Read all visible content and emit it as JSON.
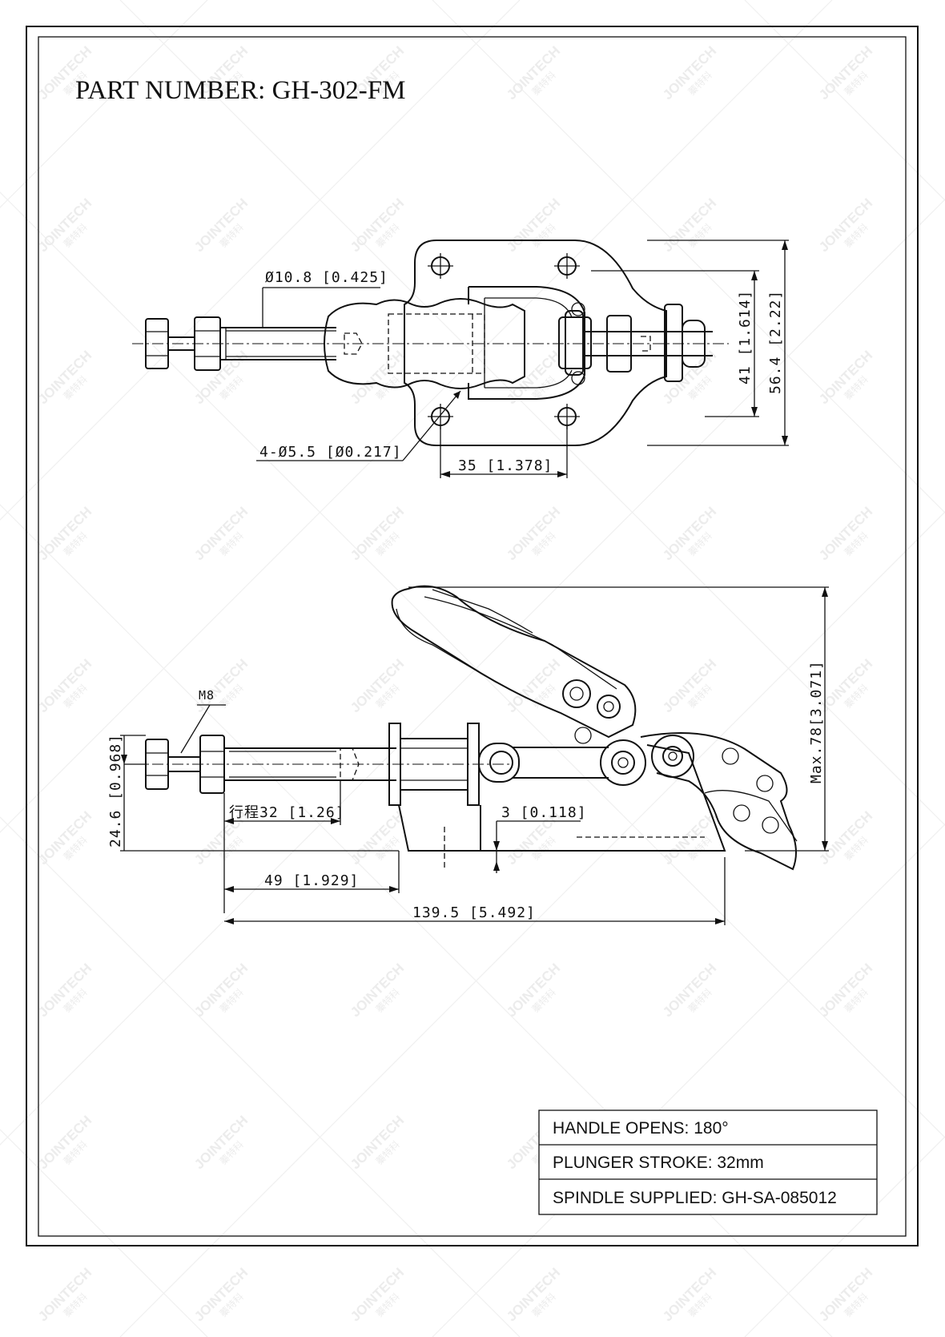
{
  "drawing": {
    "title": "PART NUMBER:  GH-302-FM",
    "watermark": {
      "brand": "JOINTECH",
      "chinese": "蓁特科"
    }
  },
  "top_view": {
    "dims": {
      "rod_diameter": "Ø10.8 [0.425]",
      "hole_spec": "4-Ø5.5 [Ø0.217]",
      "hole_spacing": "35 [1.378]",
      "height_inner": "41 [1.614]",
      "height_outer": "56.4 [2.22]"
    }
  },
  "side_view": {
    "dims": {
      "thread": "M8",
      "spindle_height": "24.6 [0.968]",
      "stroke": "行程32 [1.26]",
      "gap": "3 [0.118]",
      "base_to_flange": "49 [1.929]",
      "total_length": "139.5 [5.492]",
      "max_height": "Max.78[3.071]"
    }
  },
  "info_table": {
    "rows": [
      "HANDLE OPENS: 180°",
      "PLUNGER STROKE: 32mm",
      "SPINDLE SUPPLIED: GH-SA-085012"
    ]
  }
}
